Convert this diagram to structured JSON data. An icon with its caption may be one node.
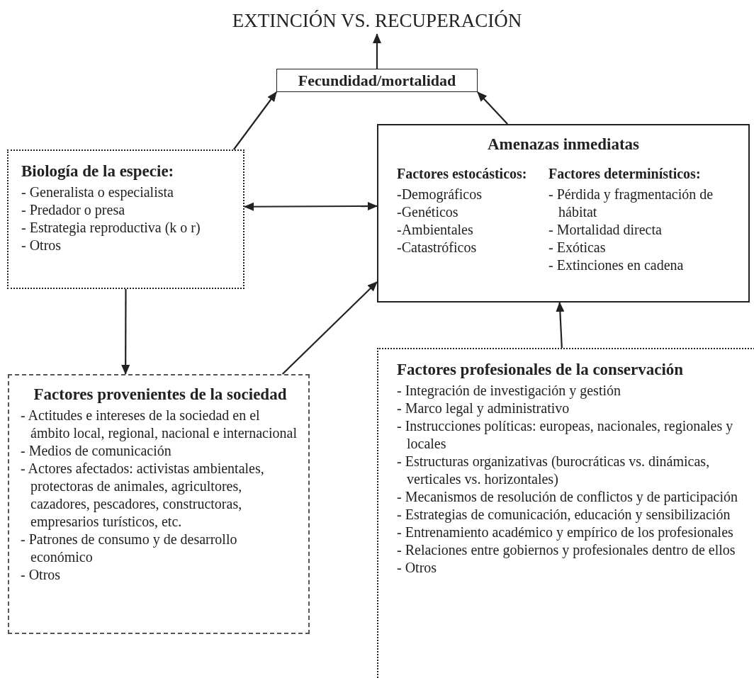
{
  "diagram": {
    "nodes": [
      {
        "text": [
          "EXTINCIÓN VS. RECUPERACIÓN"
        ]
      },
      {
        "text": [
          "Fecundidad/mortalidad"
        ]
      },
      {
        "text": [
          "Biología de la especie:",
          "- Generalista o especialista",
          "- Predador o presa",
          "- Estrategia reproductiva (k o r)",
          "- Otros"
        ]
      },
      {
        "text": [
          "Amenazas inmediatas",
          "Factores estocásticos:",
          "-Demográficos",
          "-Genéticos",
          "-Ambientales",
          "-Catastróficos",
          "Factores determinísticos:",
          "- Pérdida y fragmentación de hábitat",
          "- Mortalidad directa",
          "- Exóticas",
          "- Extinciones en cadena"
        ]
      },
      {
        "text": [
          "Factores provenientes de la sociedad",
          "- Actitudes e intereses de la sociedad en el ámbito local, regional, nacional e internacional",
          "- Medios de comunicación",
          "- Actores afectados: activistas ambientales, protectoras de animales, agricultores, cazadores, pescadores, constructoras, empresarios turísticos, etc.",
          "- Patrones de consumo y de desarrollo económico",
          "- Otros"
        ]
      },
      {
        "text": [
          "Factores profesionales de la conservación",
          "- Integración de investigación y gestión",
          "- Marco legal y administrativo",
          "- Instrucciones políticas: europeas, nacionales, regionales y locales",
          "- Estructuras organizativas (burocráticas vs. dinámicas, verticales vs. horizontales)",
          "- Mecanismos de resolución de conflictos y de participación",
          "- Estrategias de comunicación, educación y sensibilización",
          "- Entrenamiento académico y empírico de los profesionales",
          "- Relaciones entre gobiernos y profesionales dentro de ellos",
          "- Otros"
        ]
      }
    ],
    "edges": [
      {
        "from": 1,
        "to": 0,
        "arrow": "to"
      },
      {
        "from": 2,
        "to": 1,
        "arrow": "to"
      },
      {
        "from": 3,
        "to": 1,
        "arrow": "to"
      },
      {
        "from": 2,
        "to": 3,
        "arrow": "both"
      },
      {
        "from": 2,
        "to": 4,
        "arrow": "to"
      },
      {
        "from": 4,
        "to": 3,
        "arrow": "to"
      },
      {
        "from": 5,
        "to": 3,
        "arrow": "to"
      }
    ]
  }
}
